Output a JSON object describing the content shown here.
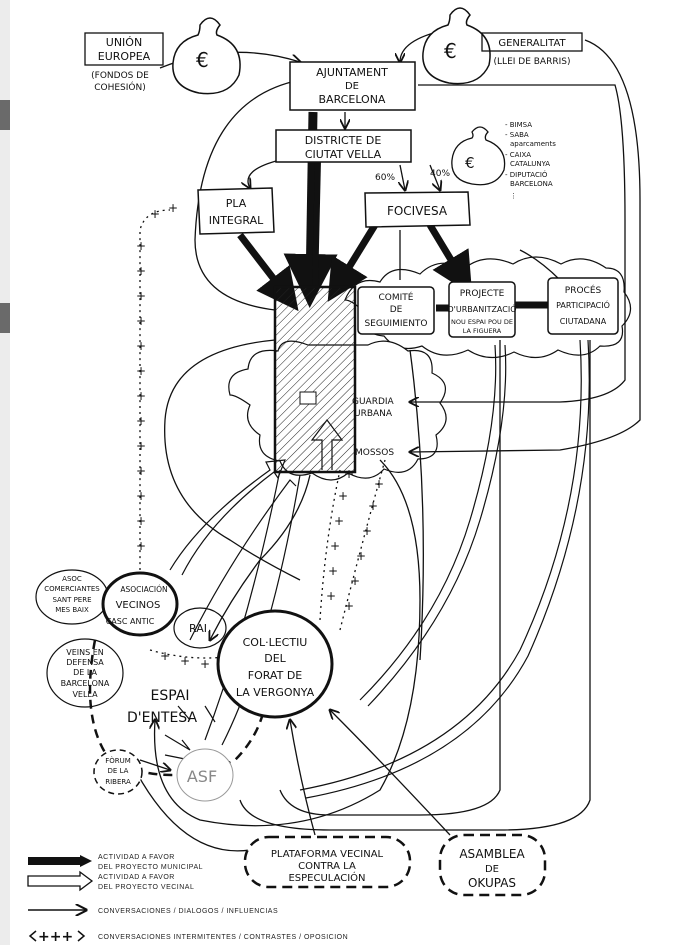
{
  "nodes": {
    "union_europea": [
      "UNIÓN",
      "EUROPEA"
    ],
    "fondos": [
      "(FONDOS DE",
      "COHESIÓN)"
    ],
    "generalitat": "GENERALITAT",
    "llei_barris": "(LLEI DE BARRIS)",
    "ajuntament": [
      "AJUNTAMENT",
      "DE",
      "BARCELONA"
    ],
    "districte": [
      "DISTRICTE DE",
      "CIUTAT VELLA"
    ],
    "funders": [
      "- BIMSA",
      "- SABA",
      "  aparcaments",
      "- CAIXA",
      "  CATALUNYA",
      "- DIPUTACIÓ",
      "  BARCELONA",
      "⋮"
    ],
    "pct_60": "60%",
    "pct_40": "40%",
    "pla_integral": [
      "PLA",
      "INTEGRAL"
    ],
    "focivesa": "FOCIVESA",
    "comite": [
      "COMITÉ",
      "DE",
      "SEGUIMIENTO"
    ],
    "projecte": [
      "PROJECTE",
      "D'URBANITZACIÓ",
      "NOU ESPAI POU DE",
      "LA FIGUERA"
    ],
    "proces": [
      "PROCÉS",
      "PARTICIPACIÓ",
      "CIUTADANA"
    ],
    "guardia": [
      "GUARDIA",
      "URBANA"
    ],
    "mossos": "MOSSOS",
    "asoc_comerciantes": [
      "ASOC",
      "COMERCIANTES",
      "SANT PERE",
      "MES BAIX"
    ],
    "asociacion_vecinos": [
      "ASOCIACIÓN",
      "VECINOS",
      "CASC ANTIC"
    ],
    "rai": "RAI",
    "veins": [
      "VEINS EN",
      "DEFENSA",
      "DE LA",
      "BARCELONA",
      "VELLA"
    ],
    "espai_entesa": [
      "ESPAI",
      "D'ENTESA"
    ],
    "collectiu": [
      "COL·LECTIU",
      "DEL",
      "FORAT DE",
      "LA VERGONYA"
    ],
    "forum": [
      "FÒRUM",
      "DE LA",
      "RIBERA"
    ],
    "asf": "ASF",
    "plataforma": [
      "PLATAFORMA VECINAL",
      "CONTRA LA",
      "ESPECULACIÓN"
    ],
    "asamblea": [
      "ASAMBLEA",
      "DE",
      "OKUPAS"
    ]
  },
  "legend": {
    "municipal": [
      "ACTIVIDAD A FAVOR",
      "DEL PROYECTO MUNICIPAL"
    ],
    "vecinal": [
      "ACTIVIDAD A FAVOR",
      "DEL PROYECTO VECINAL"
    ],
    "conversaciones": "CONVERSACIONES / DIALOGOS / INFLUENCIAS",
    "intermitentes": "CONVERSACIONES INTERMITENTES / CONTRASTES / OPOSICION"
  }
}
